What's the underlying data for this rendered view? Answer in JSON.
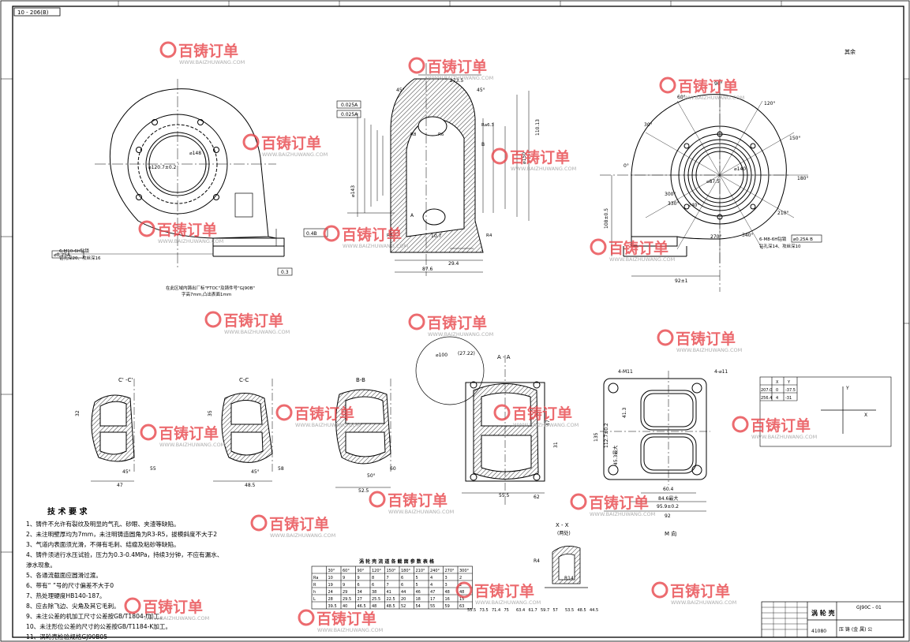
{
  "drawing": {
    "corner_code": "10 - 206(B)",
    "top_right_note": "其余",
    "part_no": "41080",
    "title_block": {
      "name": "涡 轮 壳",
      "code": "GJ90C - 01",
      "material": "压 铸 (金 属) 公"
    }
  },
  "watermark": {
    "brand": "百铸订单",
    "url": "WWW.BAIZHUWANG.COM"
  },
  "colors": {
    "line": "#000000",
    "watermark": "#e8474c",
    "watermark_url": "#9a9a9a"
  },
  "views": {
    "front": {
      "dims": [
        "⌀120.7±0.2",
        "⌀148"
      ],
      "bolt_note_1": "6-M10-6H钻锁",
      "bolt_note_2": "钻孔深20、攻丝深16",
      "tol_box": "⌀0.25A",
      "cast_note": "在此区域内铸出厂标\"FTOC\"及铸件号\"GJ90B\"",
      "cast_note_2": "字高7mm,凸出表面1mm",
      "flatness": "0.3",
      "perp": "0.4B"
    },
    "section": {
      "tol_1": "0.025A",
      "tol_2": "0.025A",
      "dims_h": [
        "273.5",
        "87.6",
        "29.4",
        "10.7",
        "45°",
        "45°"
      ],
      "dims_v": [
        "110.13",
        "⌀143",
        "⌀150"
      ],
      "labels": [
        "Ra6.3",
        "A",
        "B",
        "R4",
        "R4",
        "R6",
        "R8"
      ]
    },
    "side": {
      "angles": [
        "90°",
        "60°",
        "120°",
        "30°",
        "150°",
        "0°",
        "180°",
        "210°",
        "240°",
        "270°",
        "300°",
        "330°",
        "340°"
      ],
      "dims": [
        "⌀140",
        "⌀87.5",
        "108±0.5",
        "92±1"
      ],
      "bolt_note_1": "6-M8-6H钻锁",
      "bolt_note_2": "钻孔深14、攻丝深10",
      "tol_box": "⌀0.25A B"
    },
    "sections_small": {
      "titles": [
        "C' -C'",
        "C-C",
        "B-B"
      ],
      "dims": [
        "47",
        "55",
        "48.5",
        "58",
        "52.5",
        "60",
        "32",
        "35",
        "45°",
        "45°",
        "50°"
      ]
    },
    "section_aa": {
      "title": "A - A",
      "dims": [
        "⌀100",
        "(27.22)",
        "55.5",
        "62",
        "47",
        "31"
      ]
    },
    "outlet": {
      "notes": [
        "4-M11",
        "4-⌀11"
      ],
      "dims": [
        "135",
        "112.7±0.2",
        "41.3",
        "45.3最大",
        "60.4",
        "84.6最大",
        "95.9±0.2",
        "92"
      ],
      "view_label": "M 向"
    },
    "coord_table": {
      "headers": [
        "",
        "X",
        "Y"
      ],
      "rows": [
        [
          "207.0",
          "0",
          "-37.5"
        ],
        [
          "256.4",
          "4",
          "-31"
        ]
      ],
      "axis_x": "X",
      "axis_y": "Y"
    },
    "detail_x": {
      "title": "X - X",
      "subtitle": "(两处)",
      "dims": [
        "R4",
        "R14"
      ]
    }
  },
  "tech_req": {
    "title": "技 术 要 求",
    "items": [
      "1、铸件不允许有裂纹及明显的气孔、砂眼、夹渣等缺陷。",
      "2、未注明壁厚均为7mm，未注明铸造圆角为R3-R5，拔模斜度不大于2",
      "3、气道内表面须光滑，不得有毛刺、结瘤及粘砂等缺陷。",
      "4、铸件须进行水压试验，压力为0.3-0.4MPa，持续3分钟，不应有漏水、",
      "   渗水现象。",
      "5、各通流截面应圆滑过渡。",
      "6、带有“  ”号的尺寸偏差不大于0",
      "7、热处理硬度HB140-187。",
      "8、应去除飞边、尖角及其它毛刺。",
      "9、未注公差的机加工尺寸公差按GB/T1804-f加工。",
      "10、未注形位公差的尺寸的公差按GB/T1184-K加工。",
      "11、涡轮壳检验规格GJ90B05"
    ]
  },
  "param_table": {
    "title": "涡 轮 壳 流 道 各 截 面 参 数 表 格",
    "headers": [
      "",
      "30°",
      "60°",
      "90°",
      "120°",
      "150°",
      "180°",
      "210°",
      "240°",
      "270°",
      "300°"
    ],
    "rows": [
      [
        "Ra",
        "10",
        "9",
        "9",
        "8",
        "7",
        "6",
        "5",
        "4",
        "3",
        "2"
      ],
      [
        "R",
        "19",
        "9",
        "6",
        "6",
        "7",
        "6",
        "5",
        "4",
        "3",
        "2"
      ],
      [
        "h",
        "24",
        "29",
        "34",
        "38",
        "41",
        "44",
        "46",
        "47",
        "48",
        "48"
      ],
      [
        "L",
        "28",
        "29.5",
        "27",
        "25.5",
        "22.5",
        "20",
        "18",
        "17",
        "16",
        "15"
      ],
      [
        "",
        "39.5",
        "40",
        "46.5",
        "48",
        "48.5",
        "52",
        "54",
        "55",
        "59",
        "63"
      ]
    ],
    "bottom_row": [
      "55.5",
      "73.5",
      "71.4",
      "75",
      "63.4",
      "61.7",
      "59.7",
      "57",
      "53.5",
      "48.5",
      "44.5"
    ]
  }
}
